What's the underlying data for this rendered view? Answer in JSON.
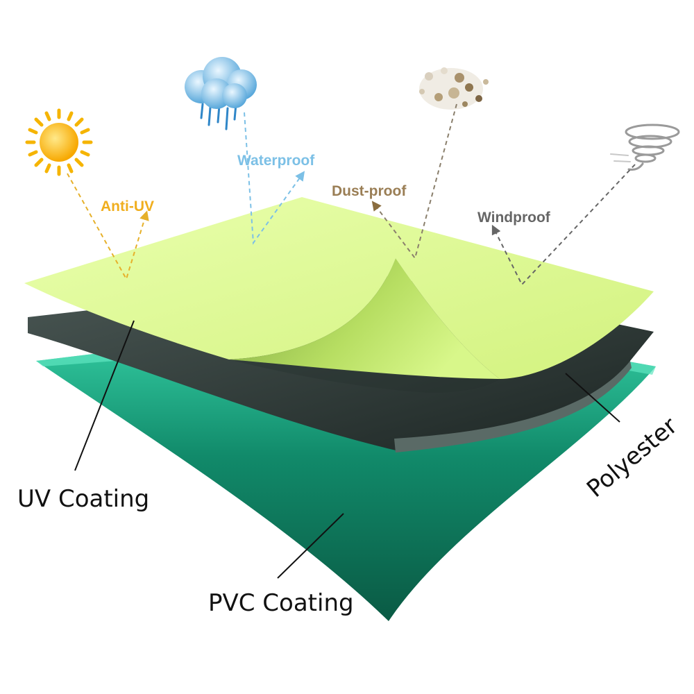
{
  "features": [
    {
      "label": "Anti-UV",
      "icon": "sun-icon",
      "color": "#f0ae1e"
    },
    {
      "label": "Waterproof",
      "icon": "rain-cloud-icon",
      "color": "#7cc0e6"
    },
    {
      "label": "Dust-proof",
      "icon": "dust-icon",
      "color": "#9a7e55"
    },
    {
      "label": "Windproof",
      "icon": "tornado-icon",
      "color": "#666666"
    }
  ],
  "layers": [
    {
      "label": "UV Coating",
      "color": "#d8f78a"
    },
    {
      "label": "Polyester",
      "color": "#2f3b38"
    },
    {
      "label": "PVC Coating",
      "color": "#1fa585"
    }
  ]
}
